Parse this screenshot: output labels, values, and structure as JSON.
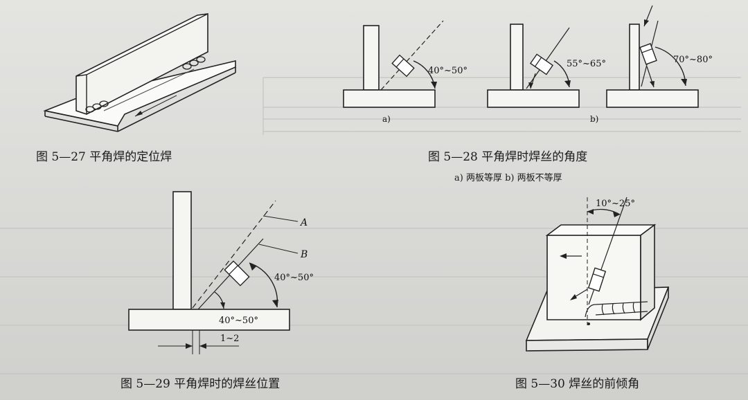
{
  "fig27": {
    "caption": "图 5—27   平角焊的定位焊"
  },
  "fig28": {
    "caption": "图 5—28   平角焊时焊丝的角度",
    "subcaption": "a) 两板等厚    b) 两板不等厚",
    "label_a": "a)",
    "label_b": "b)",
    "angle_a": "40°~50°",
    "angle_b1": "55°~65°",
    "angle_b2": "70°~80°"
  },
  "fig29": {
    "caption": "图 5—29   平角焊时的焊丝位置",
    "line_a": "A",
    "line_b": "B",
    "angle_upper": "40°~50°",
    "angle_lower": "40°~50°",
    "gap": "1~2"
  },
  "fig30": {
    "caption": "图 5—30   焊丝的前倾角",
    "angle": "10°~25°"
  }
}
